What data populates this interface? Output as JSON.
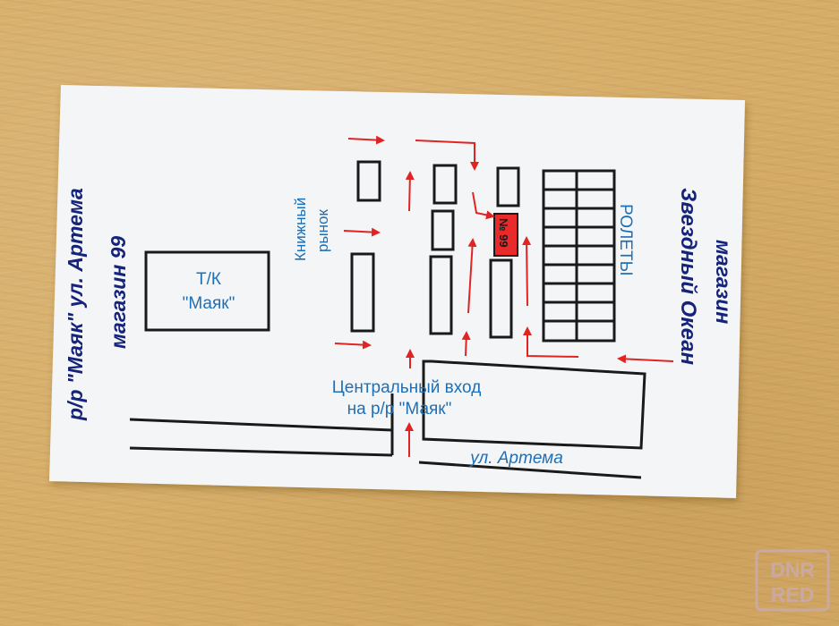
{
  "card": {
    "left_title": "р/р \"Маяк\" ул. Артема",
    "left_subtitle": "магазин 99",
    "tk_line1": "Т/К",
    "tk_line2": "\"Маяк\"",
    "book_market_1": "Книжный",
    "book_market_2": "рынок",
    "shop_number": "№ 99",
    "rolety": "РОЛЕТЫ",
    "right_title": "магазин",
    "right_subtitle": "Звездный Океан",
    "entrance_1": "Центральный вход",
    "entrance_2": "на р/р \"Маяк\"",
    "street": "ул. Артема"
  },
  "watermark": {
    "line1": "DNR",
    "line2": "RED"
  },
  "colors": {
    "background": "#d6ad68",
    "card": "#f4f5f6",
    "text_blue": "#1f6fb5",
    "text_navy": "#15237a",
    "arrow_red": "#e02424",
    "shop_red": "#e82a2a"
  }
}
